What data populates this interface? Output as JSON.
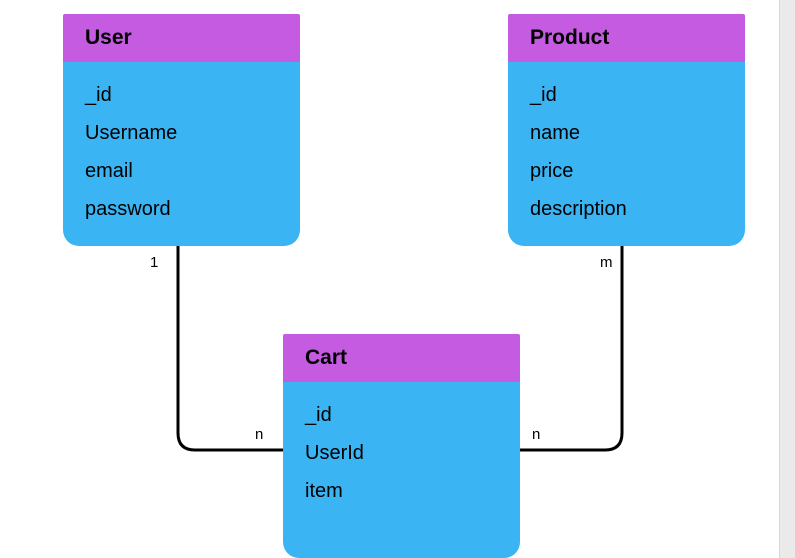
{
  "diagram": {
    "type": "entity-relationship",
    "background": "#ffffff"
  },
  "colors": {
    "entity_header": "#c45be0",
    "entity_body": "#3ab4f2",
    "connector": "#000000"
  },
  "entities": [
    {
      "name": "User",
      "fields": [
        "_id",
        "Username",
        "email",
        "password"
      ]
    },
    {
      "name": "Product",
      "fields": [
        "_id",
        "name",
        "price",
        "description"
      ]
    },
    {
      "name": "Cart",
      "fields": [
        "_id",
        "UserId",
        "item"
      ]
    }
  ],
  "relationships": [
    {
      "from": "User",
      "to": "Cart",
      "from_label": "1",
      "to_label": "n"
    },
    {
      "from": "Product",
      "to": "Cart",
      "from_label": "m",
      "to_label": "n"
    }
  ]
}
